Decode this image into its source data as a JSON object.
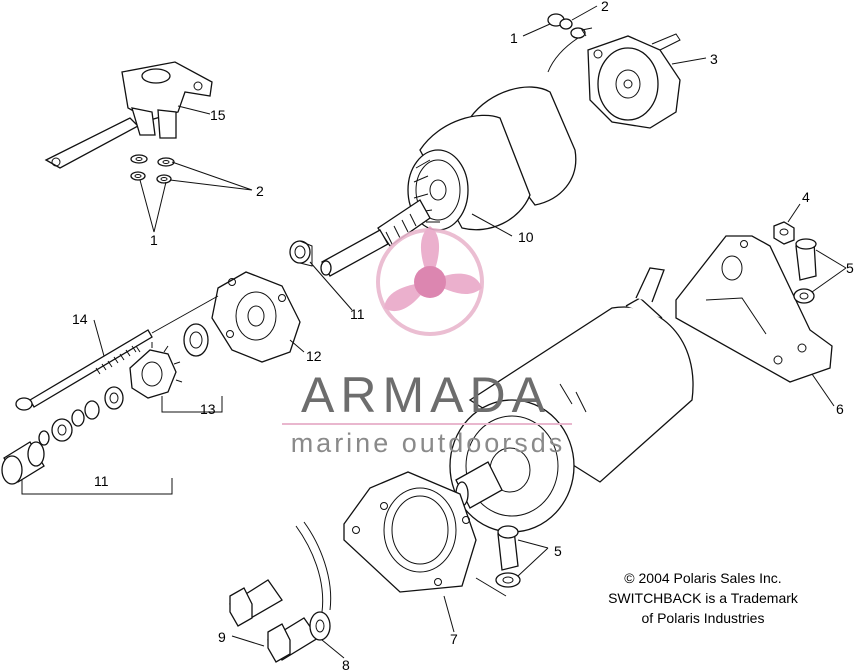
{
  "callouts": {
    "c1_top": "1",
    "c2_top": "2",
    "c3": "3",
    "c15": "15",
    "c2_left": "2",
    "c1_left": "1",
    "c10": "10",
    "c4": "4",
    "c5_right": "5",
    "c14": "14",
    "c11_mid": "11",
    "c12": "12",
    "c6": "6",
    "c13": "13",
    "c11_low": "11",
    "c5_low": "5",
    "c9": "9",
    "c7": "7",
    "c8": "8"
  },
  "watermark": {
    "brand": "ARMADA",
    "subtitle": "marine outdoorsds"
  },
  "copyright": {
    "line1": "© 2004 Polaris Sales Inc.",
    "line2": "SWITCHBACK is a Trademark",
    "line3": "of Polaris Industries"
  },
  "colors": {
    "watermark_pink": "#e9a8c8",
    "watermark_gray": "#6d6d6d",
    "line_art": "#111111"
  }
}
